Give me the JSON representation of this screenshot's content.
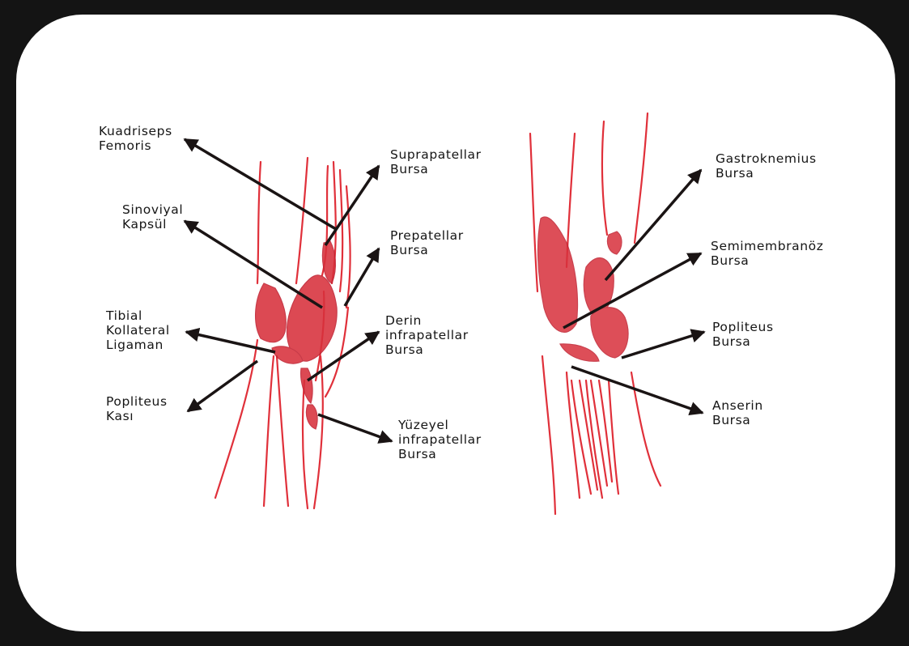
{
  "diagram": {
    "left_view": {
      "labels": {
        "kuadriseps_femoris": [
          "Kuadriseps",
          "Femoris"
        ],
        "sinovial_kapsul": [
          "Sinoviyal",
          "Kapsül"
        ],
        "tibial_kollateral_ligaman": [
          "Tibial",
          "Kollateral",
          "Ligaman"
        ],
        "popliteus_kasi": [
          "Popliteus",
          "Kası"
        ],
        "suprapatellar_bursa": [
          "Suprapatellar",
          "Bursa"
        ],
        "prepatellar_bursa": [
          "Prepatellar",
          "Bursa"
        ],
        "derin_infrapatellar_bursa": [
          "Derin",
          "infrapatellar",
          "Bursa"
        ],
        "yuzeyel_infrapatellar_bursa": [
          "Yüzeyel",
          "infrapatellar",
          "Bursa"
        ]
      }
    },
    "right_view": {
      "labels": {
        "gastroknemius_bursa": [
          "Gastroknemius",
          "Bursa"
        ],
        "semimembranoz_bursa": [
          "Semimembranöz",
          "Bursa"
        ],
        "popliteus_bursa": [
          "Popliteus",
          "Bursa"
        ],
        "anserin_bursa": [
          "Anserin",
          "Bursa"
        ]
      }
    }
  },
  "colors": {
    "background": "#141414",
    "panel": "#ffffff",
    "anatomy": "#e0303a",
    "anatomy_fill": "#d8303c",
    "arrow": "#1a1414",
    "text": "#151515"
  }
}
